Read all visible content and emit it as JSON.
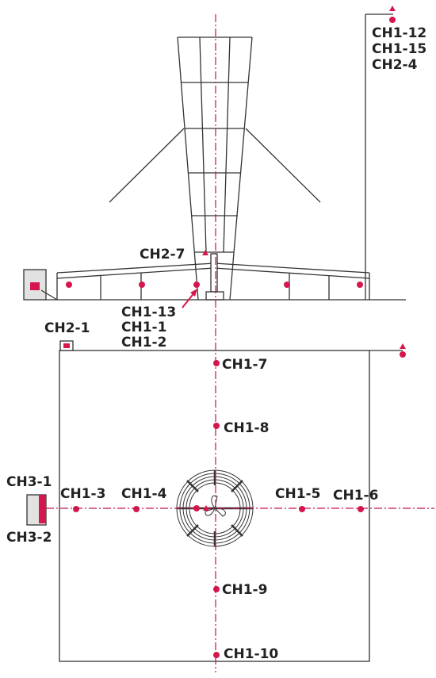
{
  "colors": {
    "line": "#333333",
    "accent": "#d6174d",
    "axis": "#c4124a",
    "box_fill": "#e2e2e2"
  },
  "labels": {
    "ch1_12": "CH1-12",
    "ch1_15": "CH1-15",
    "ch2_4": "CH2-4",
    "ch2_7": "CH2-7",
    "ch1_13": "CH1-13",
    "ch1_1": "CH1-1",
    "ch1_2": "CH1-2",
    "ch2_1": "CH2-1",
    "ch1_7": "CH1-7",
    "ch1_8": "CH1-8",
    "ch3_1": "CH3-1",
    "ch3_2": "CH3-2",
    "ch1_3": "CH1-3",
    "ch1_4": "CH1-4",
    "ch1_5": "CH1-5",
    "ch1_6": "CH1-6",
    "ch1_9": "CH1-9",
    "ch1_10": "CH1-10"
  }
}
